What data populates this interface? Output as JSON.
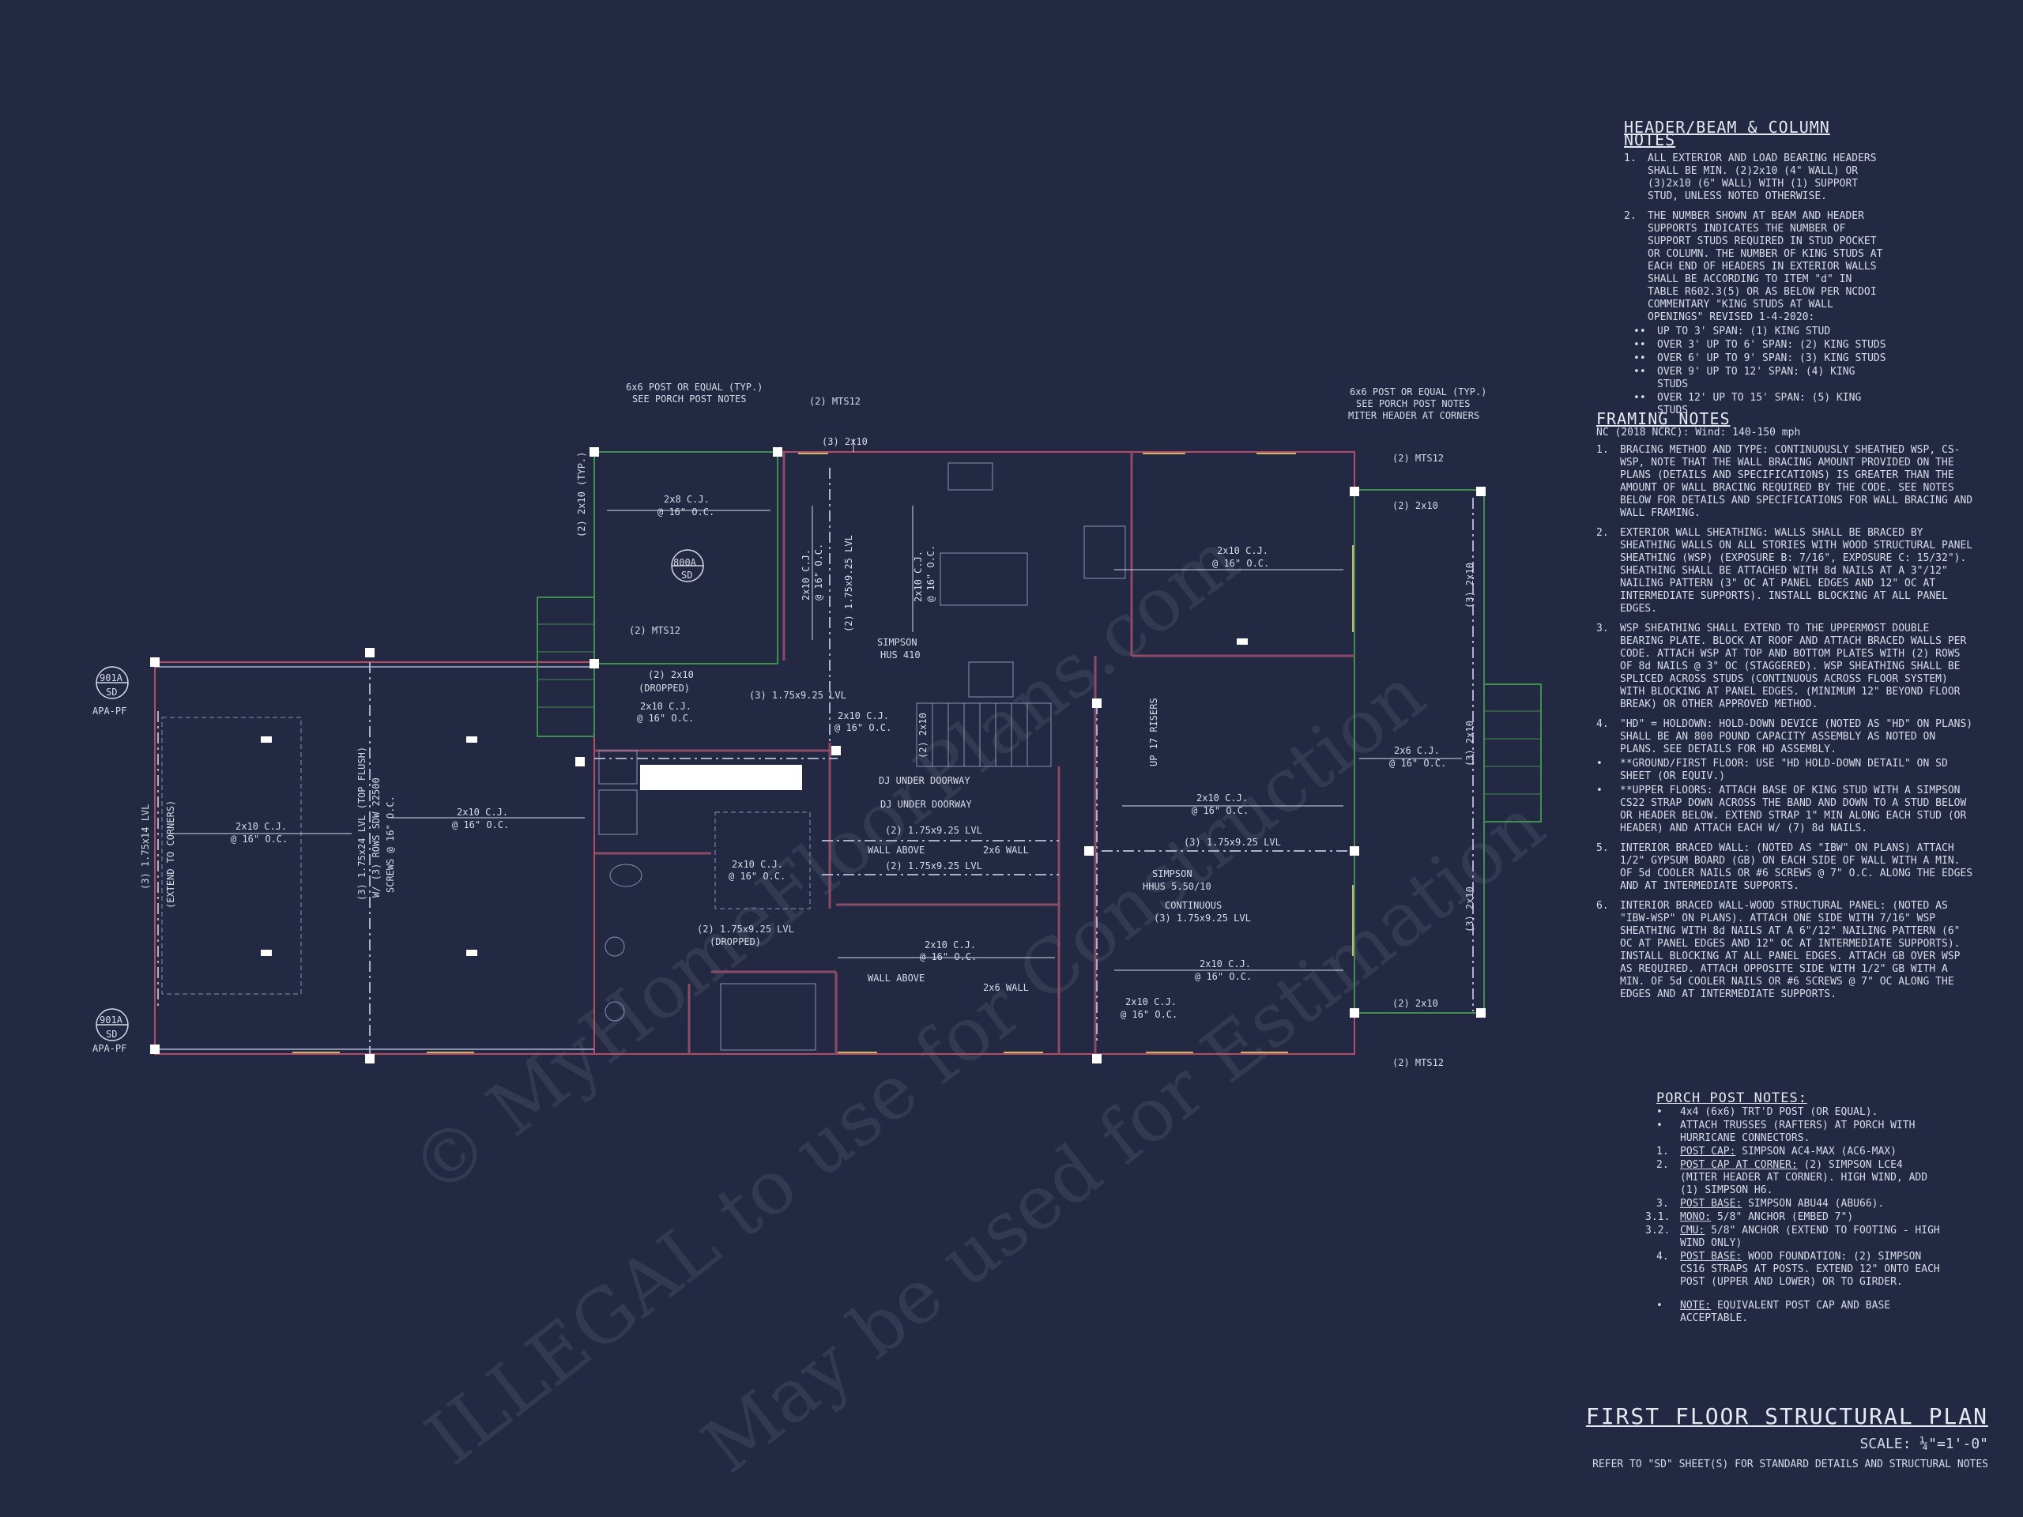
{
  "sheet": {
    "title": "FIRST FLOOR STRUCTURAL PLAN",
    "scale": "SCALE: ¼\"=1'-0\"",
    "reference": "REFER TO \"SD\" SHEET(S) FOR STANDARD DETAILS AND STRUCTURAL NOTES"
  },
  "watermark": {
    "line1": "© MyHomeFloorPlans.com",
    "line2": "ILLEGAL to use for Construction",
    "line3": "May be used for Estimation"
  },
  "header_notes": {
    "title": "HEADER/BEAM & COLUMN NOTES",
    "items": [
      {
        "num": "1.",
        "text": "ALL EXTERIOR AND LOAD BEARING HEADERS SHALL BE MIN. (2)2x10 (4\" WALL) OR (3)2x10 (6\" WALL) WITH (1) SUPPORT STUD, UNLESS NOTED OTHERWISE."
      },
      {
        "num": "2.",
        "text": "THE NUMBER SHOWN AT BEAM AND HEADER SUPPORTS INDICATES THE NUMBER OF SUPPORT STUDS REQUIRED IN STUD POCKET OR COLUMN. THE NUMBER OF KING STUDS AT EACH END OF HEADERS IN EXTERIOR WALLS SHALL BE ACCORDING TO ITEM \"d\" IN TABLE R602.3(5) OR AS BELOW PER NCDOI COMMENTARY \"KING STUDS AT WALL OPENINGS\" REVISED 1-4-2020:"
      }
    ],
    "bullets": [
      "UP TO 3' SPAN: (1) KING STUD",
      "OVER 3' UP TO 6' SPAN: (2) KING STUDS",
      "OVER 6' UP TO 9' SPAN: (3) KING STUDS",
      "OVER 9' UP TO 12' SPAN: (4) KING STUDS",
      "OVER 12' UP TO 15' SPAN: (5) KING STUDS"
    ]
  },
  "framing_notes": {
    "title": "FRAMING NOTES",
    "subtitle": "NC (2018 NCRC): Wind: 140-150 mph",
    "items": [
      {
        "num": "1.",
        "text": "BRACING METHOD AND TYPE: CONTINUOUSLY SHEATHED WSP, CS-WSP, NOTE THAT THE WALL BRACING AMOUNT PROVIDED ON THE PLANS (DETAILS AND SPECIFICATIONS) IS GREATER THAN THE AMOUNT OF WALL BRACING REQUIRED BY THE CODE. SEE NOTES BELOW FOR DETAILS AND SPECIFICATIONS FOR WALL BRACING AND WALL FRAMING."
      },
      {
        "num": "2.",
        "text": "EXTERIOR WALL SHEATHING: WALLS SHALL BE BRACED BY SHEATHING WALLS ON ALL STORIES WITH WOOD STRUCTURAL PANEL SHEATHING (WSP) (EXPOSURE B: 7/16\", EXPOSURE C: 15/32\"). SHEATHING SHALL BE ATTACHED WITH 8d NAILS AT A 3\"/12\" NAILING PATTERN (3\" OC AT PANEL EDGES AND 12\" OC AT INTERMEDIATE SUPPORTS). INSTALL BLOCKING AT ALL PANEL EDGES."
      },
      {
        "num": "3.",
        "text": "WSP SHEATHING SHALL EXTEND TO THE UPPERMOST DOUBLE BEARING PLATE. BLOCK AT ROOF AND ATTACH BRACED WALLS PER CODE. ATTACH WSP AT TOP AND BOTTOM PLATES WITH (2) ROWS OF 8d NAILS @ 3\" OC (STAGGERED). WSP SHEATHING SHALL BE SPLICED ACROSS STUDS (CONTINUOUS ACROSS FLOOR SYSTEM) WITH BLOCKING AT PANEL EDGES. (MINIMUM 12\" BEYOND FLOOR BREAK) OR OTHER APPROVED METHOD."
      },
      {
        "num": "4.",
        "text": "\"HD\" = HOLDOWN: HOLD-DOWN DEVICE (NOTED AS \"HD\" ON PLANS) SHALL BE AN 800 POUND CAPACITY ASSEMBLY AS NOTED ON PLANS. SEE DETAILS FOR HD ASSEMBLY."
      }
    ],
    "sub_items": [
      "**GROUND/FIRST FLOOR: USE \"HD HOLD-DOWN DETAIL\" ON SD SHEET (OR EQUIV.)",
      "**UPPER FLOORS: ATTACH BASE OF KING STUD WITH A SIMPSON CS22 STRAP DOWN ACROSS THE BAND AND DOWN TO A STUD BELOW OR HEADER BELOW. EXTEND STRAP 1\" MIN ALONG EACH STUD (OR HEADER) AND ATTACH EACH W/ (7) 8d NAILS."
    ],
    "items2": [
      {
        "num": "5.",
        "text": "INTERIOR BRACED WALL: (NOTED AS \"IBW\" ON PLANS) ATTACH 1/2\" GYPSUM BOARD (GB) ON EACH SIDE OF WALL WITH A MIN. OF 5d COOLER NAILS OR #6 SCREWS @ 7\" O.C. ALONG THE EDGES AND AT INTERMEDIATE SUPPORTS."
      },
      {
        "num": "6.",
        "text": "INTERIOR BRACED WALL-WOOD STRUCTURAL PANEL: (NOTED AS \"IBW-WSP\" ON PLANS). ATTACH ONE SIDE WITH 7/16\" WSP SHEATHING WITH 8d NAILS AT A 6\"/12\" NAILING PATTERN (6\" OC AT PANEL EDGES AND 12\" OC AT INTERMEDIATE SUPPORTS). INSTALL BLOCKING AT ALL PANEL EDGES. ATTACH GB OVER WSP AS REQUIRED. ATTACH OPPOSITE SIDE WITH 1/2\" GB WITH A MIN. OF 5d COOLER NAILS OR #6 SCREWS @ 7\" OC ALONG THE EDGES AND AT INTERMEDIATE SUPPORTS."
      }
    ]
  },
  "porch_notes": {
    "title": "PORCH POST NOTES:",
    "bullets": [
      "4x4 (6x6) TRT'D POST (OR EQUAL).",
      "ATTACH TRUSSES (RAFTERS) AT PORCH WITH HURRICANE CONNECTORS."
    ],
    "items": [
      {
        "num": "1.",
        "label": "POST CAP:",
        "text": " SIMPSON AC4-MAX (AC6-MAX)"
      },
      {
        "num": "2.",
        "label": "POST CAP AT CORNER:",
        "text": " (2) SIMPSON LCE4 (MITER HEADER AT CORNER). HIGH WIND, ADD (1) SIMPSON H6."
      },
      {
        "num": "3.",
        "label": "POST BASE:",
        "text": " SIMPSON ABU44 (ABU66)."
      },
      {
        "num": "3.1.",
        "label": "MONO:",
        "text": " 5/8\" ANCHOR (EMBED 7\")"
      },
      {
        "num": "3.2.",
        "label": "CMU:",
        "text": " 5/8\" ANCHOR (EXTEND TO FOOTING - HIGH WIND ONLY)"
      },
      {
        "num": "4.",
        "label": "POST BASE:",
        "text": " WOOD FOUNDATION: (2) SIMPSON CS16 STRAPS AT POSTS. EXTEND 12\" ONTO EACH POST (UPPER AND LOWER) OR TO GIRDER."
      }
    ],
    "note_label": "NOTE:",
    "note_text": " EQUIVALENT POST CAP AND BASE ACCEPTABLE."
  },
  "plan_labels": {
    "post_left": "6x6 POST OR EQUAL (TYP.)",
    "post_left2": "SEE PORCH POST NOTES",
    "post_right": "6x6 POST OR EQUAL (TYP.)",
    "post_right2": "SEE PORCH POST NOTES",
    "post_right3": "MITER HEADER AT CORNERS",
    "mts12_a": "(2) MTS12",
    "mts12_b": "(2) MTS12",
    "mts12_c": "(2) MTS12",
    "mts12_d": "(2) MTS12",
    "h_3_2x10": "(3) 2x10",
    "h_2_2x10_top": "(2) 2x10",
    "h_2_2x10_bot": "(2) 2x10",
    "typ_2x10": "(2) 2x10 (TYP.)",
    "cj_2x8": "2x8 C.J.",
    "oc16_1": "@ 16\" O.C.",
    "tag_800a": "800A",
    "tag_sd": "SD",
    "cj_2x10_v1": "2x10 C.J.",
    "cj_2x10_v1b": "@ 16\" O.C.",
    "lvl_v1": "(2) 1.75x9.25 LVL",
    "cj_2x10_v2": "2x10 C.J.",
    "cj_2x10_v2b": "@ 16\" O.C.",
    "simpson_hus": "SIMPSON",
    "simpson_hus2": "HUS 410",
    "dropped_2x10": "(2) 2x10",
    "dropped": "(DROPPED)",
    "cj_mid1": "2x10 C.J.",
    "cj_mid1b": "@ 16\" O.C.",
    "lvl_3_1": "(3) 1.75x9.25 LVL",
    "cj_mid2": "2x10 C.J.",
    "cj_mid2b": "@ 16\" O.C.",
    "v_2x10": "(2) 2x10",
    "up_risers": "UP 17 RISERS",
    "cj_nr": "2x10 C.J.",
    "cj_nrb": "@ 16\" O.C.",
    "cj_er": "2x6 C.J.",
    "cj_erb": "@ 16\" O.C.",
    "v_3_2x10_a": "(3) 2x10",
    "v_3_2x10_b": "(3) 2x10",
    "v_3_2x10_c": "(3) 2x10",
    "tag_901a_top": "901A",
    "tag_sd_top": "SD",
    "apa_top": "APA-PF",
    "tag_901a_bot": "901A",
    "tag_sd_bot": "SD",
    "apa_bot": "APA-PF",
    "lvl_left": "(3) 1.75x14 LVL",
    "extend_corners": "(EXTEND TO CORNERS)",
    "cj_left": "2x10 C.J.",
    "cj_leftb": "@ 16\" O.C.",
    "lvl_top_flush": "(3) 1.75x24 LVL (TOP FLUSH)",
    "rows_sdw": "W/ (3) ROWS SDW 22500",
    "screws": "SCREWS @ 16\" O.C.",
    "cj_left2": "2x10 C.J.",
    "cj_left2b": "@ 16\" O.C.",
    "dj_under1": "DJ UNDER DOORWAY",
    "dj_under2": "DJ UNDER DOORWAY",
    "lvl_2_1": "(2) 1.75x9.25 LVL",
    "wall_above1": "WALL ABOVE",
    "wall_2x6_1": "2x6 WALL",
    "lvl_2_2": "(2) 1.75x9.25 LVL",
    "cj_bath": "2x10 C.J.",
    "cj_bathb": "@ 16\" O.C.",
    "lvl_3_mid": "(3) 1.75x9.25 LVL",
    "cj_r2": "2x10 C.J.",
    "cj_r2b": "@ 16\" O.C.",
    "simpson_hhus": "SIMPSON",
    "simpson_hhus2": "HHUS 5.50/10",
    "continuous": "CONTINUOUS",
    "lvl_cont": "(3) 1.75x9.25 LVL",
    "lvl_dropped": "(2) 1.75x9.25 LVL",
    "dropped2": "(DROPPED)",
    "cj_bot1": "2x10 C.J.",
    "cj_bot1b": "@ 16\" O.C.",
    "wall_above2": "WALL ABOVE",
    "wall_2x6_2": "2x6 WALL",
    "cj_bot2": "2x10 C.J.",
    "cj_bot2b": "@ 16\" O.C.",
    "cj_bot3": "2x10 C.J.",
    "cj_bot3b": "@ 16\" O.C."
  }
}
